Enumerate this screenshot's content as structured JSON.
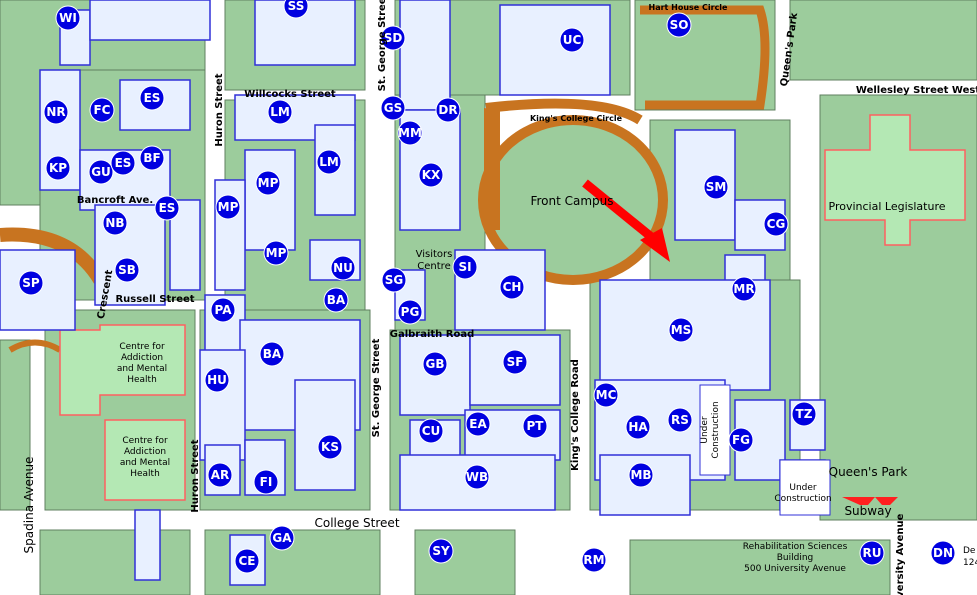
{
  "streets": {
    "st_george": "St. George Street",
    "huron": "Huron Street",
    "willcocks": "Willcocks Street",
    "bancroft": "Bancroft Ave.",
    "russell": "Russell Street",
    "crescent": "Crescent",
    "spadina": "Spadina Avenue",
    "college": "College Street",
    "galbraith": "Galbraith Road",
    "kings_college_road": "King's College Road",
    "kings_college_circle": "King's College Circle",
    "hart_house_circle": "Hart House Circle",
    "queens_park": "Queen's Park",
    "wellesley": "Wellesley Street West",
    "university": "University Avenue"
  },
  "areas": {
    "front_campus": "Front Campus",
    "provincial_legislature": "Provincial Legislature",
    "visitors_centre_l1": "Visitors",
    "visitors_centre_l2": "Centre",
    "camh_1_l1": "Centre for",
    "camh_1_l2": "Addiction",
    "camh_1_l3": "and Mental",
    "camh_1_l4": "Health",
    "camh_2_l1": "Centre for",
    "camh_2_l2": "Addiction",
    "camh_2_l3": "and Mental",
    "camh_2_l4": "Health",
    "under_construction_1_l1": "Under",
    "under_construction_1_l2": "Construction",
    "under_construction_2_l1": "Under",
    "under_construction_2_l2": "Construction",
    "queens_park_subway_l1": "Queen's Park",
    "queens_park_subway_l2": "Subway",
    "rehab_l1": "Rehabilitation Sciences",
    "rehab_l2": "Building",
    "rehab_l3": "500 University Avenue",
    "right_edge_l1": "De",
    "right_edge_l2": "124"
  },
  "buildings": [
    "WI",
    "SS",
    "SD",
    "UC",
    "SO",
    "NR",
    "FC",
    "ES",
    "LM",
    "GS",
    "DR",
    "MM",
    "KP",
    "GU",
    "ES",
    "BF",
    "LM",
    "MP",
    "KX",
    "SM",
    "NB",
    "ES",
    "MP",
    "CG",
    "SB",
    "MP",
    "NU",
    "SI",
    "SP",
    "SG",
    "CH",
    "MR",
    "PA",
    "BA",
    "PG",
    "MS",
    "BA",
    "GB",
    "SF",
    "HU",
    "MC",
    "HA",
    "RS",
    "EA",
    "PT",
    "CU",
    "TZ",
    "FG",
    "KS",
    "AR",
    "FI",
    "WB",
    "MB",
    "GA",
    "SY",
    "RM",
    "CE",
    "RU",
    "DN"
  ],
  "colors": {
    "grass": "#9ccc9c",
    "road": "#ffffff",
    "building": "#e8f0ff",
    "building_side": "#3030d8",
    "marker": "#0000e0",
    "circle_road": "#c87420",
    "arrow": "#f0e020",
    "highlight_arrow": "#ff0000"
  }
}
